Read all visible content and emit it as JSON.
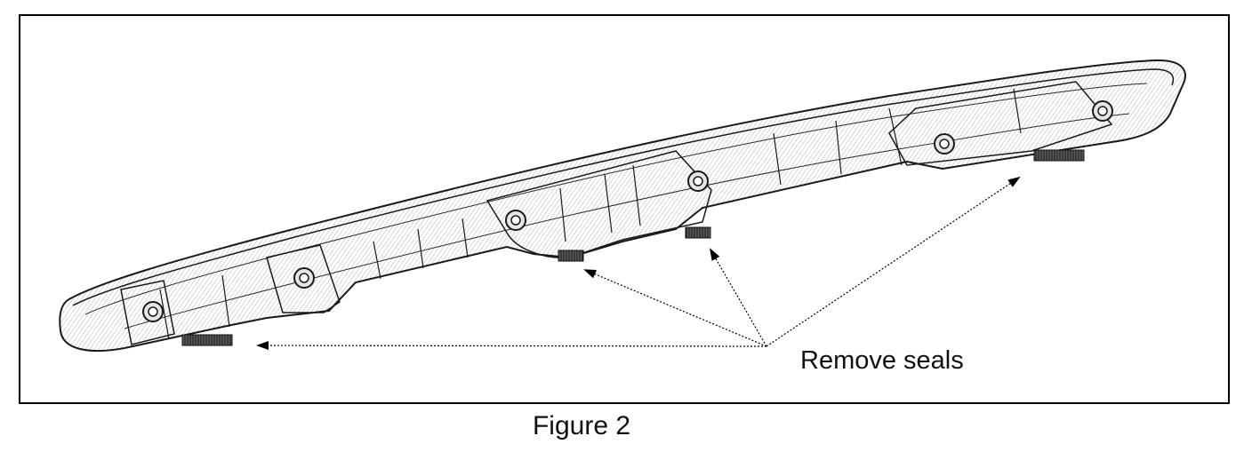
{
  "callout": {
    "text": "Remove seals"
  },
  "caption": {
    "text": "Figure 2"
  },
  "colors": {
    "line": "#1a1a1a",
    "hatch": "#9a9a9a",
    "seal": "#3a3a3a",
    "background": "#ffffff"
  },
  "part": {
    "mount_count": 6,
    "seal_count": 4
  }
}
